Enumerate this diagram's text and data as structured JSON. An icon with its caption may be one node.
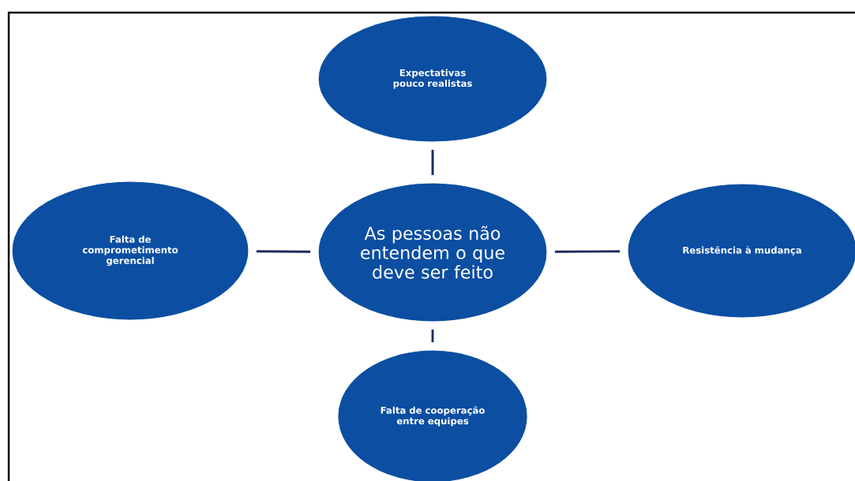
{
  "diagram": {
    "nodes": [
      {
        "text": [
          "Expectativas pouco realistas"
        ]
      },
      {
        "text": [
          "Falta de comprometimento gerencial"
        ]
      },
      {
        "text": [
          "As pessoas não entendem o que deve ser feito"
        ]
      },
      {
        "text": [
          "Resistência à mudança"
        ]
      },
      {
        "text": [
          "Falta de cooperação entre equipes"
        ]
      }
    ],
    "edges": [
      {
        "from": 2,
        "to": 0,
        "arrow": "none"
      },
      {
        "from": 2,
        "to": 1,
        "arrow": "none"
      },
      {
        "from": 2,
        "to": 3,
        "arrow": "none"
      },
      {
        "from": 2,
        "to": 4,
        "arrow": "none"
      }
    ]
  }
}
